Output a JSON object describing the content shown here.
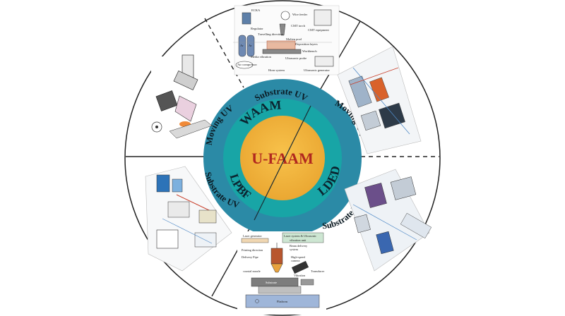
{
  "center": {
    "label": "U-FAAM"
  },
  "middle_ring": {
    "waam": "WAAM",
    "lded": "LDED",
    "lpbf": "LPBF"
  },
  "outer_ring": {
    "top": "Substrate UV",
    "right_upper": "Moving UV",
    "left_upper": "Moving UV",
    "left_lower": "Substrate UV",
    "right_lower": "Substrate UV"
  },
  "top_panel": {
    "labels": {
      "ecka": "ECKA",
      "regulator": "Regulator",
      "wire_feeder": "Wire feeder",
      "cmt_torch": "CMT torch",
      "cmt_equipment": "CMT equipment",
      "travelling_direction": "Travelling direction",
      "molten_pool": "Molten pool",
      "deposition_layers": "Deposition layers",
      "media_vibration": "Media vibration",
      "workbench": "Workbench",
      "ultrasonic_probe": "Ultrasonic probe",
      "air_compressor": "Air compressor",
      "horn_system": "Horn system",
      "ultrasonic_generator": "Ultrasonic generator",
      "ar1": "Ar",
      "ar2": "Ar"
    }
  },
  "bottom_panel": {
    "labels": {
      "laser_generator": "Laser generator",
      "laser_system": "Laser system & Ultrasonic",
      "vibration_unit": "vibration unit",
      "beam_delivery": "Beam delivery",
      "beam_system": "system",
      "printing_direction": "Printing direction",
      "delivery_pipe": "Delivery Pipe",
      "high_speed": "High-speed",
      "camera": "camera",
      "coaxial_nozzle": "coaxial nozzle",
      "substrate": "Substrate",
      "vibration": "Vibration",
      "transducer": "Transducer",
      "platform": "Platform"
    }
  },
  "colors": {
    "outer_ring": "#2b8aa6",
    "middle_ring": "#17a2a6",
    "center": "#f2b23c",
    "center_text": "#b1281f"
  }
}
